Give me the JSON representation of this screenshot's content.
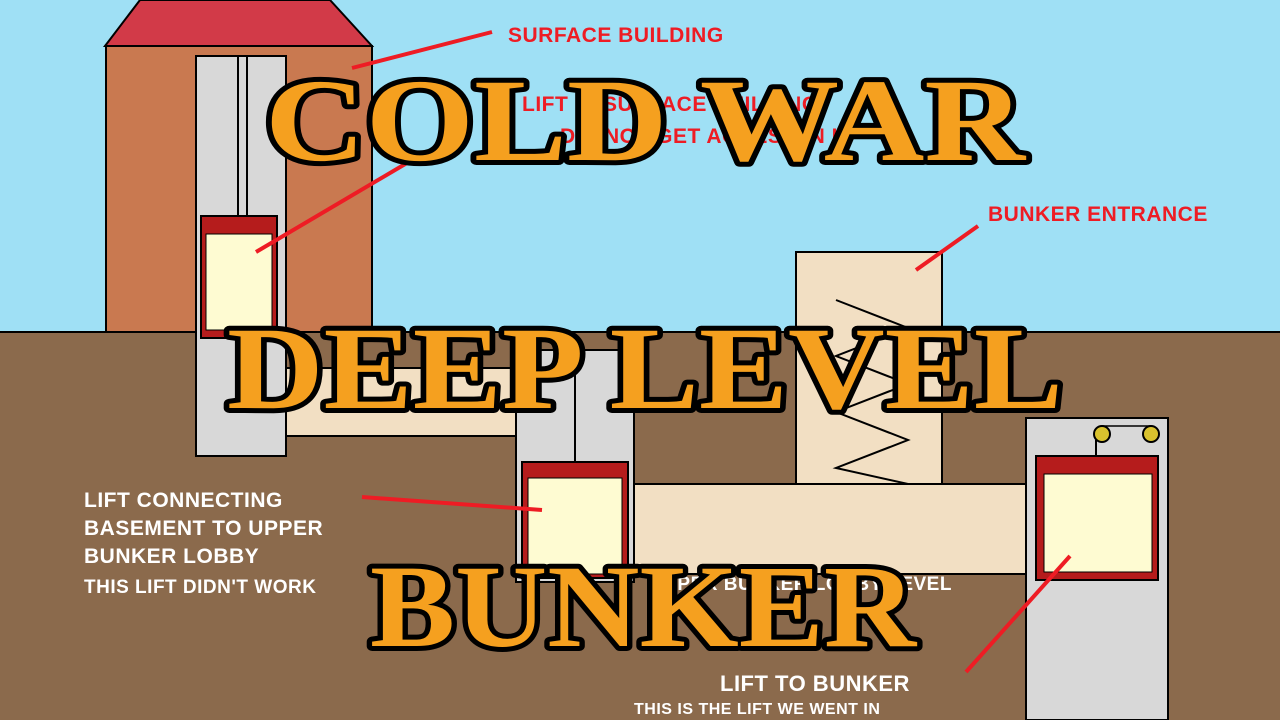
{
  "colors": {
    "sky": "#9fe0f5",
    "ground": "#8b6a4c",
    "building": "#c97950",
    "roof": "#d23a48",
    "shaft": "#d8d8d8",
    "tunnel": "#f2dfc3",
    "lift_frame": "#b51c1c",
    "lift_car": "#fefbd2",
    "label_red": "#ee1c24",
    "label_white": "#ffffff",
    "title_fill": "#f5a01f",
    "title_stroke": "#000000"
  },
  "title": {
    "line1": "COLD WAR",
    "line2": "DEEP LEVEL",
    "line3": "BUNKER"
  },
  "labels": {
    "surface_building": "SURFACE BUILDING",
    "lift_surface_line1": "LIFT IN SURFACE BUILDING",
    "lift_surface_line2": "DID NOT GET ACCESS IN IT",
    "bunker_entrance": "BUNKER ENTRANCE",
    "lift_connecting_line1": "LIFT CONNECTING",
    "lift_connecting_line2": "BASEMENT TO UPPER",
    "lift_connecting_line3": "BUNKER LOBBY",
    "lift_connecting_line4": "THIS LIFT DIDN'T WORK",
    "upper_lobby_level": "UPPER BUNKER LOBBY LEVEL",
    "lift_to_bunker": "LIFT TO BUNKER",
    "lift_we_went_in": "THIS IS THE LIFT WE WENT IN"
  }
}
